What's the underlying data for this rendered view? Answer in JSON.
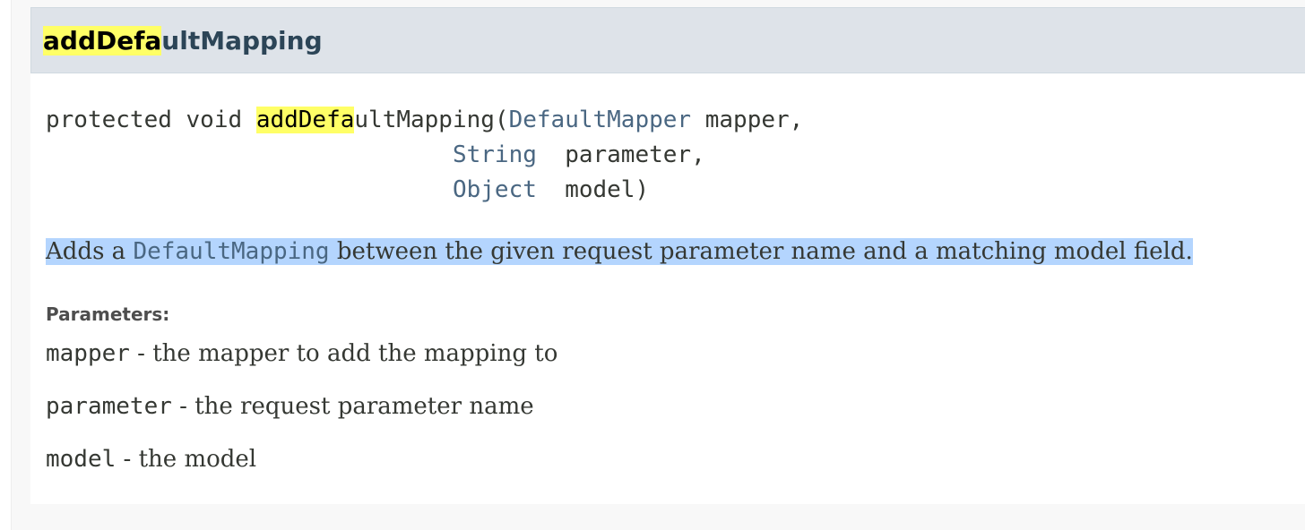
{
  "method": {
    "name_highlight": "addDefa",
    "name_rest": "ultMapping",
    "signature": {
      "modifiers": "protected void ",
      "name_highlight": "addDefa",
      "name_rest": "ultMapping(",
      "params": [
        {
          "type": "DefaultMapper",
          "gap": " ",
          "name": "mapper,"
        },
        {
          "type": "String",
          "gap": "  ",
          "name": "parameter,"
        },
        {
          "type": "Object",
          "gap": "  ",
          "name": "model)"
        }
      ]
    },
    "description": {
      "before": "Adds a ",
      "link": "DefaultMapping",
      "after": " between the given request parameter name and a matching model field."
    },
    "parameters_label": "Parameters:",
    "parameters": [
      {
        "name": "mapper",
        "desc": " - the mapper to add the mapping to"
      },
      {
        "name": "parameter",
        "desc": " - the request parameter name"
      },
      {
        "name": "model",
        "desc": " - the model"
      }
    ]
  },
  "colors": {
    "highlight": "#ffff66",
    "selection": "#b4d5fe",
    "header_bg": "#dee3e9",
    "type_link": "#4a6782"
  }
}
